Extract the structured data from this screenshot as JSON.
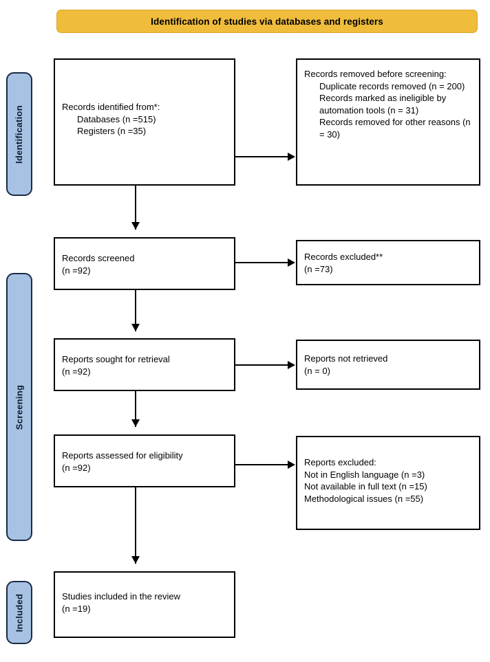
{
  "diagram": {
    "title": "Identification of studies via databases and registers",
    "colors": {
      "banner_fill": "#f0bc3c",
      "banner_border": "#d9a62a",
      "phase_fill": "#a8c2e4",
      "phase_border": "#1a2a44",
      "box_border": "#000000",
      "box_fill": "#ffffff",
      "connector": "#000000",
      "page_background": "#ffffff"
    }
  },
  "phases": [
    {
      "id": "identification",
      "label": "Identification"
    },
    {
      "id": "screening",
      "label": "Screening"
    },
    {
      "id": "included",
      "label": "Included"
    }
  ],
  "boxes": {
    "identified": {
      "lines": [
        {
          "text": "Records identified from*:",
          "indent": false,
          "italic": false
        },
        {
          "text": "Databases (n =515)",
          "indent": true,
          "italic": false
        },
        {
          "text": "Registers (n =35)",
          "indent": true,
          "italic": false
        }
      ]
    },
    "removed": {
      "lines": [
        {
          "text": "Records removed ",
          "indent": false,
          "italic": false
        },
        {
          "text": "before screening",
          "indent": false,
          "italic": true
        },
        {
          "text": ":",
          "indent": false,
          "italic": false
        },
        {
          "text": "Duplicate records removed (n = 200)",
          "indent": true,
          "italic": false
        },
        {
          "text": "Records marked as ineligible by automation tools (n = 31)",
          "indent": true,
          "italic": false
        },
        {
          "text": "Records removed for other reasons (n = 30)",
          "indent": true,
          "italic": false
        }
      ]
    },
    "screened": {
      "lines": [
        {
          "text": "Records screened",
          "indent": false,
          "italic": false
        },
        {
          "text": "(n =92)",
          "indent": false,
          "italic": false
        }
      ]
    },
    "records_excluded": {
      "lines": [
        {
          "text": "Records excluded**",
          "indent": false,
          "italic": false
        },
        {
          "text": "(n =73)",
          "indent": false,
          "italic": false
        }
      ]
    },
    "sought": {
      "lines": [
        {
          "text": "Reports sought for retrieval",
          "indent": false,
          "italic": false
        },
        {
          "text": "(n =92)",
          "indent": false,
          "italic": false
        }
      ]
    },
    "not_retrieved": {
      "lines": [
        {
          "text": "Reports not retrieved",
          "indent": false,
          "italic": false
        },
        {
          "text": "(n = 0)",
          "indent": false,
          "italic": false
        }
      ]
    },
    "assessed": {
      "lines": [
        {
          "text": "Reports assessed for eligibility",
          "indent": false,
          "italic": false
        },
        {
          "text": "(n =92)",
          "indent": false,
          "italic": false
        }
      ]
    },
    "reports_excluded": {
      "lines": [
        {
          "text": "Reports excluded:",
          "indent": false,
          "italic": false
        },
        {
          "text": "Not in English language (n =3)",
          "indent": false,
          "italic": false
        },
        {
          "text": "Not available in full text (n =15)",
          "indent": false,
          "italic": false
        },
        {
          "text": "Methodological issues (n =55)",
          "indent": false,
          "italic": false
        }
      ]
    },
    "included": {
      "lines": [
        {
          "text": "Studies included in the review",
          "indent": false,
          "italic": false
        },
        {
          "text": "(n =19)",
          "indent": false,
          "italic": false
        }
      ]
    }
  },
  "text": {
    "identified": {
      "l0": "Records identified from*:",
      "l1": "Databases (n =515)",
      "l2": "Registers (n =35)"
    },
    "removed": {
      "head_a": "Records removed ",
      "head_b": "before screening",
      "head_c": ":",
      "l1": "Duplicate records removed (n = 200)",
      "l2": "Records marked as ineligible by automation tools (n = 31)",
      "l3": "Records removed for other reasons (n = 30)"
    },
    "screened": {
      "l0": "Records screened",
      "l1": "(n =92)"
    },
    "records_excluded": {
      "l0": "Records excluded**",
      "l1": "(n =73)"
    },
    "sought": {
      "l0": "Reports sought for retrieval",
      "l1": "(n =92)"
    },
    "not_retrieved": {
      "l0": "Reports not retrieved",
      "l1": "(n = 0)"
    },
    "assessed": {
      "l0": "Reports assessed for eligibility",
      "l1": "(n =92)"
    },
    "reports_excluded": {
      "l0": "Reports excluded:",
      "l1": "Not in English language (n =3)",
      "l2": "Not available in full text (n =15)",
      "l3": "Methodological issues (n =55)"
    },
    "included": {
      "l0": "Studies included in the review",
      "l1": "(n =19)"
    }
  },
  "flow_data": {
    "type": "flowchart",
    "standard": "PRISMA 2020",
    "nodes": [
      {
        "id": "identified",
        "phase": "Identification",
        "label": "Records identified from*",
        "values": {
          "Databases": 515,
          "Registers": 35
        }
      },
      {
        "id": "removed",
        "phase": "Identification",
        "label": "Records removed before screening",
        "values": {
          "Duplicate records removed": 200,
          "Records marked as ineligible by automation tools": 31,
          "Records removed for other reasons": 30
        }
      },
      {
        "id": "screened",
        "phase": "Screening",
        "label": "Records screened",
        "n": 92
      },
      {
        "id": "records_excluded",
        "phase": "Screening",
        "label": "Records excluded**",
        "n": 73
      },
      {
        "id": "sought",
        "phase": "Screening",
        "label": "Reports sought for retrieval",
        "n": 92
      },
      {
        "id": "not_retrieved",
        "phase": "Screening",
        "label": "Reports not retrieved",
        "n": 0
      },
      {
        "id": "assessed",
        "phase": "Screening",
        "label": "Reports assessed for eligibility",
        "n": 92
      },
      {
        "id": "reports_excluded",
        "phase": "Screening",
        "label": "Reports excluded",
        "values": {
          "Not in English language": 3,
          "Not available in full text": 15,
          "Methodological issues": 55
        }
      },
      {
        "id": "included",
        "phase": "Included",
        "label": "Studies included in the review",
        "n": 19
      }
    ],
    "edges": [
      {
        "from": "identified",
        "to": "removed",
        "direction": "right"
      },
      {
        "from": "identified",
        "to": "screened",
        "direction": "down"
      },
      {
        "from": "screened",
        "to": "records_excluded",
        "direction": "right"
      },
      {
        "from": "screened",
        "to": "sought",
        "direction": "down"
      },
      {
        "from": "sought",
        "to": "not_retrieved",
        "direction": "right"
      },
      {
        "from": "sought",
        "to": "assessed",
        "direction": "down"
      },
      {
        "from": "assessed",
        "to": "reports_excluded",
        "direction": "right"
      },
      {
        "from": "assessed",
        "to": "included",
        "direction": "down"
      }
    ]
  }
}
